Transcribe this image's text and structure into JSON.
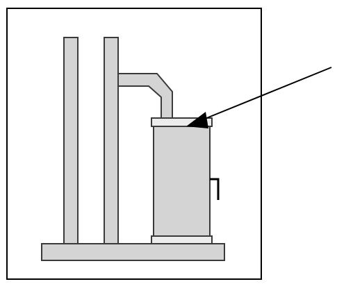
{
  "diagram": {
    "colors": {
      "frame_stroke": "#000000",
      "fill": "#d4d4d4",
      "stroke": "#3a3a3a",
      "arrow": "#000000",
      "background": "#ffffff"
    },
    "components": [
      "outer-frame",
      "base-plate",
      "left-post",
      "middle-post",
      "elbow-pipe",
      "cylinder-top-cap",
      "cylinder-body",
      "cylinder-bottom-ring",
      "side-handle",
      "pointer-arrow"
    ]
  }
}
